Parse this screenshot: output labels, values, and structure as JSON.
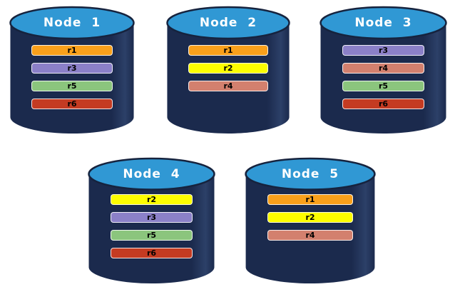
{
  "colors": {
    "cylinder_body": "#1B2A4D",
    "cylinder_body_highlight": "#2C4068",
    "cylinder_top": "#3098D4",
    "cylinder_outline": "#16233E",
    "title_text": "#FFFFFF",
    "replica_text": "#000000",
    "replica_colors": {
      "r1": "#F9A01B",
      "r2": "#FDFD00",
      "r3": "#8B80C8",
      "r4": "#D3806E",
      "r5": "#8BC57D",
      "r6": "#C43B22"
    }
  },
  "nodes": [
    {
      "label": "Node  1",
      "replicas": [
        {
          "label": "r1",
          "color": "#F9A01B"
        },
        {
          "label": "r3",
          "color": "#8B80C8"
        },
        {
          "label": "r5",
          "color": "#8BC57D"
        },
        {
          "label": "r6",
          "color": "#C43B22"
        }
      ]
    },
    {
      "label": "Node  2",
      "replicas": [
        {
          "label": "r1",
          "color": "#F9A01B"
        },
        {
          "label": "r2",
          "color": "#FDFD00"
        },
        {
          "label": "r4",
          "color": "#D3806E"
        }
      ]
    },
    {
      "label": "Node  3",
      "replicas": [
        {
          "label": "r3",
          "color": "#8B80C8"
        },
        {
          "label": "r4",
          "color": "#D3806E"
        },
        {
          "label": "r5",
          "color": "#8BC57D"
        },
        {
          "label": "r6",
          "color": "#C43B22"
        }
      ]
    },
    {
      "label": "Node  4",
      "replicas": [
        {
          "label": "r2",
          "color": "#FDFD00"
        },
        {
          "label": "r3",
          "color": "#8B80C8"
        },
        {
          "label": "r5",
          "color": "#8BC57D"
        },
        {
          "label": "r6",
          "color": "#C43B22"
        }
      ]
    },
    {
      "label": "Node  5",
      "replicas": [
        {
          "label": "r1",
          "color": "#F9A01B"
        },
        {
          "label": "r2",
          "color": "#FDFD00"
        },
        {
          "label": "r4",
          "color": "#D3806E"
        }
      ]
    }
  ]
}
